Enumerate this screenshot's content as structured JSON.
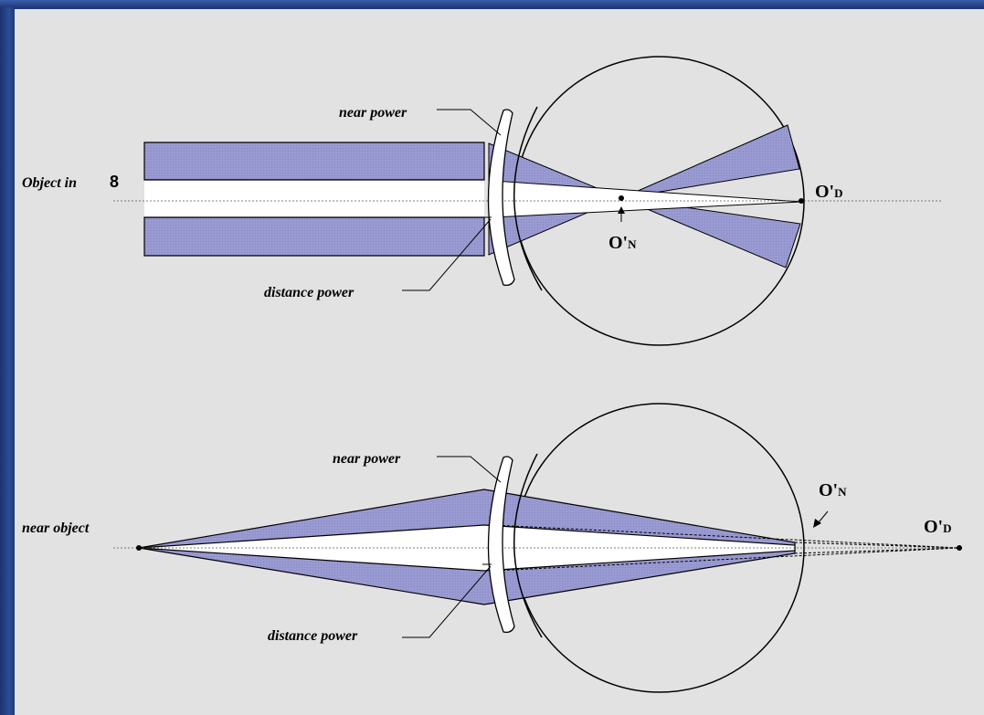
{
  "diagram": {
    "top": {
      "object_label": "Object in",
      "infinity_symbol": "8",
      "near_power_label": "near power",
      "distance_power_label": "distance power",
      "point_distance": "O'",
      "point_distance_sub": "D",
      "point_near": "O'",
      "point_near_sub": "N"
    },
    "bottom": {
      "object_label": "near object",
      "near_power_label": "near power",
      "distance_power_label": "distance power",
      "point_near": "O'",
      "point_near_sub": "N",
      "point_distance": "O'",
      "point_distance_sub": "D"
    }
  },
  "colors": {
    "background": "#1f3a7a",
    "panel": "#e2e2e2",
    "beam_fill": "#9c9cd4",
    "beam_inner": "#ffffff",
    "line": "#000000"
  }
}
